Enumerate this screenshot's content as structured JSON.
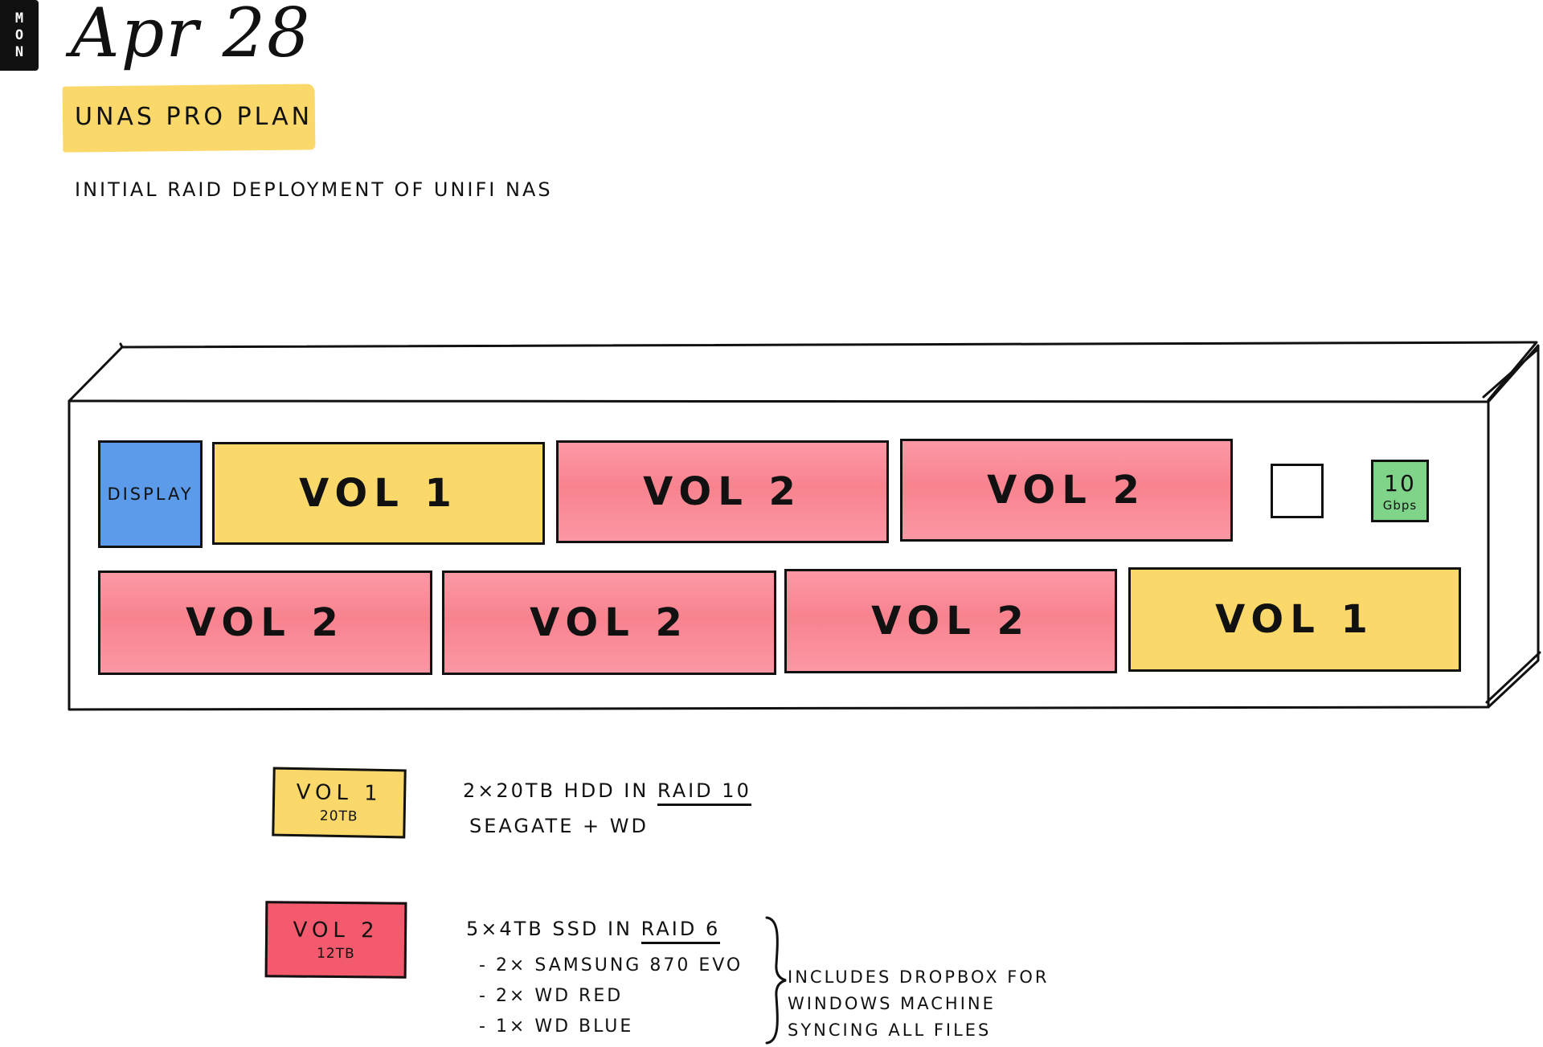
{
  "header": {
    "weekday_letters": [
      "M",
      "O",
      "N"
    ],
    "month": "Apr",
    "day": "28",
    "title": "UNAS PRO PLAN",
    "subtitle": "INITIAL RAID DEPLOYMENT OF UNIFI NAS"
  },
  "nas": {
    "display_label": "DISPLAY",
    "port_speed": "10",
    "port_unit": "Gbps",
    "top_row": [
      {
        "label": "VOL 1",
        "volume": "vol1"
      },
      {
        "label": "VOL 2",
        "volume": "vol2"
      },
      {
        "label": "VOL 2",
        "volume": "vol2"
      }
    ],
    "bottom_row": [
      {
        "label": "VOL 2",
        "volume": "vol2"
      },
      {
        "label": "VOL 2",
        "volume": "vol2"
      },
      {
        "label": "VOL 2",
        "volume": "vol2"
      },
      {
        "label": "VOL 1",
        "volume": "vol1"
      }
    ]
  },
  "legend": {
    "vol1": {
      "name": "VOL 1",
      "size": "20TB",
      "drives": "2×20TB HDD in",
      "raid": "RAID 10",
      "brands": "SEAGATE + WD"
    },
    "vol2": {
      "name": "VOL 2",
      "size": "12TB",
      "drives": "5×4TB SSD in",
      "raid": "RAID 6",
      "breakdown": [
        "2× SAMSUNG 870 EVO",
        "2× WD RED",
        "1× WD BLUE"
      ],
      "note": [
        "INCLUDES DROPBOX FOR",
        "WINDOWS MACHINE",
        "SYNCING ALL FILES"
      ]
    }
  },
  "colors": {
    "vol1": "#fad96a",
    "vol2": "#f8838f",
    "vol2_legend": "#f45a6d",
    "display": "#5b9bea",
    "port_10g": "#7fd48a",
    "highlight": "#fad96a",
    "ink": "#111111"
  }
}
